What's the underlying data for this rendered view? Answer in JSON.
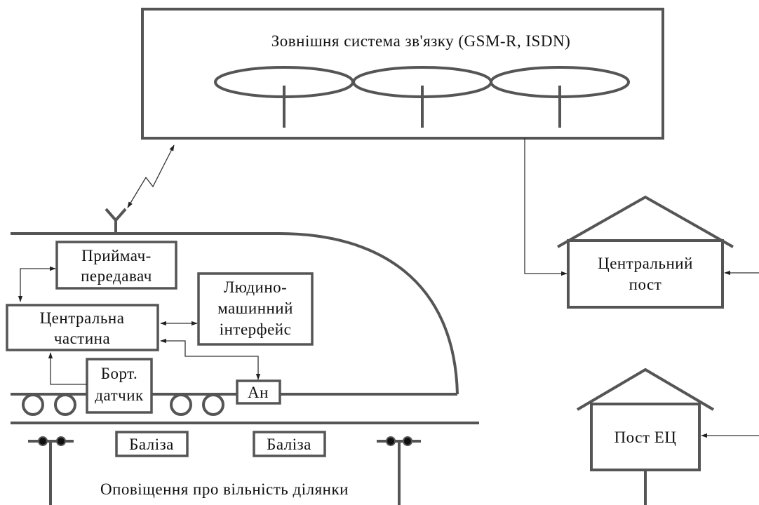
{
  "external_system": {
    "title": "Зовнішня система зв'язку (GSM-R, ISDN)"
  },
  "train": {
    "transceiver": [
      "Приймач-",
      "передавач"
    ],
    "central_unit": [
      "Центральна",
      "частина"
    ],
    "hmi": [
      "Людино-",
      "машинний",
      "інтерфейс"
    ],
    "onboard_sensor": [
      "Борт.",
      "датчик"
    ],
    "antenna": "Ан"
  },
  "track": {
    "balise_1": "Баліза",
    "balise_2": "Баліза",
    "notification": "Оповіщення про вільність ділянки"
  },
  "central_post": [
    "Центральний",
    "пост"
  ],
  "ei_post": "Пост ЕЦ",
  "colors": {
    "line": "#555555",
    "text": "#111111",
    "background": "#ffffff"
  }
}
